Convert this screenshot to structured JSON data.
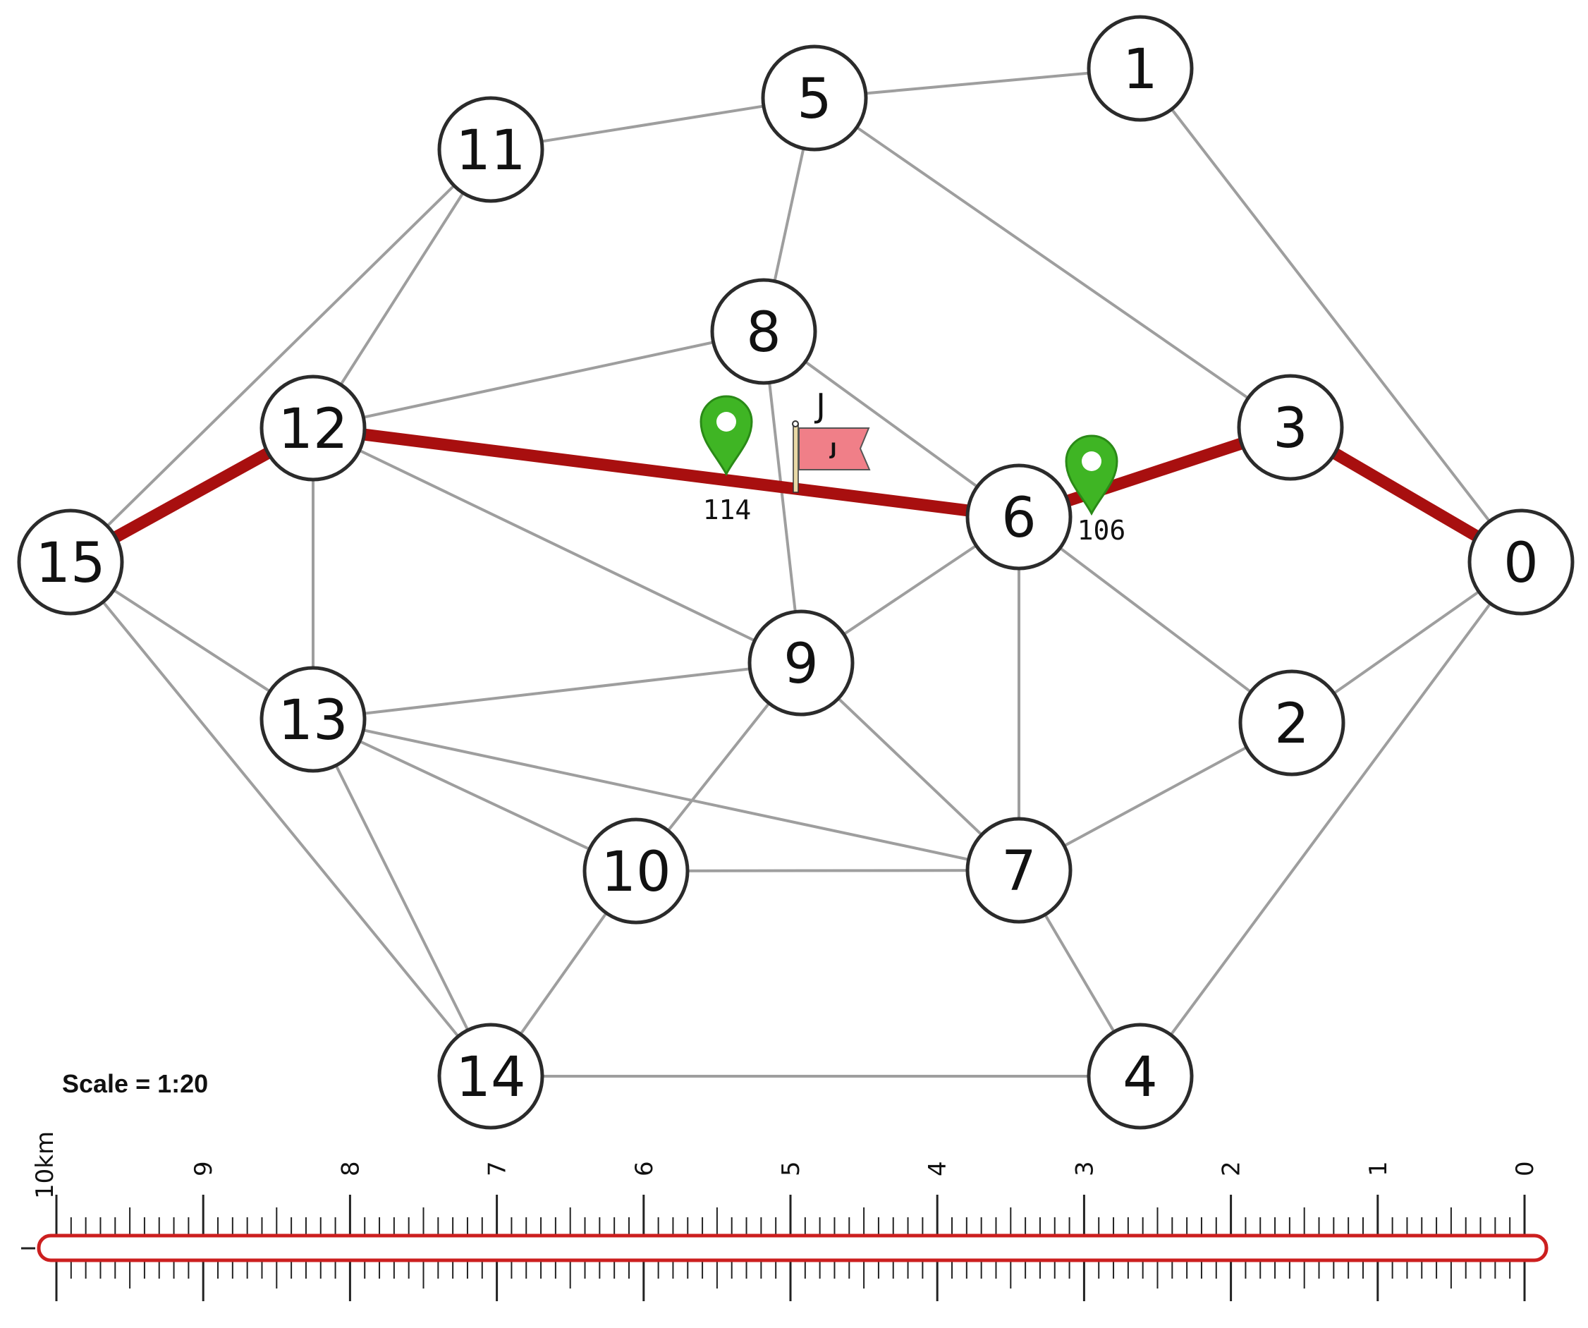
{
  "colors": {
    "edge": "#9e9e9e",
    "route": "#a80f0f",
    "node_fill": "#ffffff",
    "node_stroke": "#2b2b2b",
    "marker": "#3fb524",
    "flag": "#f07f88",
    "ruler_bar": "#cc1f1f"
  },
  "graph": {
    "nodes": [
      {
        "id": "0",
        "label": "0"
      },
      {
        "id": "1",
        "label": "1"
      },
      {
        "id": "2",
        "label": "2"
      },
      {
        "id": "3",
        "label": "3"
      },
      {
        "id": "4",
        "label": "4"
      },
      {
        "id": "5",
        "label": "5"
      },
      {
        "id": "6",
        "label": "6"
      },
      {
        "id": "7",
        "label": "7"
      },
      {
        "id": "8",
        "label": "8"
      },
      {
        "id": "9",
        "label": "9"
      },
      {
        "id": "10",
        "label": "10"
      },
      {
        "id": "11",
        "label": "11"
      },
      {
        "id": "12",
        "label": "12"
      },
      {
        "id": "13",
        "label": "13"
      },
      {
        "id": "14",
        "label": "14"
      },
      {
        "id": "15",
        "label": "15"
      }
    ],
    "edges": [
      [
        "5",
        "1"
      ],
      [
        "5",
        "11"
      ],
      [
        "5",
        "8"
      ],
      [
        "5",
        "3"
      ],
      [
        "1",
        "0"
      ],
      [
        "11",
        "12"
      ],
      [
        "11",
        "15"
      ],
      [
        "8",
        "12"
      ],
      [
        "8",
        "6"
      ],
      [
        "8",
        "9"
      ],
      [
        "12",
        "13"
      ],
      [
        "12",
        "9"
      ],
      [
        "15",
        "13"
      ],
      [
        "15",
        "14"
      ],
      [
        "6",
        "9"
      ],
      [
        "6",
        "7"
      ],
      [
        "6",
        "2"
      ],
      [
        "0",
        "2"
      ],
      [
        "0",
        "4"
      ],
      [
        "9",
        "13"
      ],
      [
        "9",
        "10"
      ],
      [
        "9",
        "7"
      ],
      [
        "13",
        "10"
      ],
      [
        "13",
        "7"
      ],
      [
        "13",
        "14"
      ],
      [
        "10",
        "7"
      ],
      [
        "10",
        "14"
      ],
      [
        "7",
        "2"
      ],
      [
        "7",
        "4"
      ],
      [
        "14",
        "4"
      ]
    ],
    "route": [
      "15",
      "12",
      "6",
      "3",
      "0"
    ]
  },
  "markers": [
    {
      "icon": "map-pin-icon",
      "label": "114"
    },
    {
      "icon": "map-pin-icon",
      "label": "106"
    }
  ],
  "flag": {
    "icon": "flag-icon",
    "title": "J",
    "letter": "J"
  },
  "scale": {
    "text": "Scale = 1:20",
    "ruler_unit_label": "10km",
    "ruler_numbers": [
      "9",
      "8",
      "7",
      "6",
      "5",
      "4",
      "3",
      "2",
      "1",
      "0"
    ]
  }
}
